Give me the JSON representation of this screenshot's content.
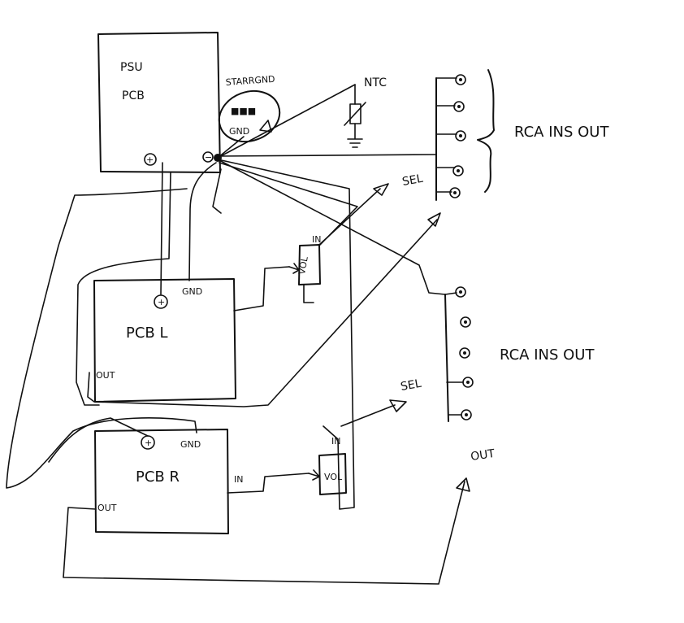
{
  "labels": {
    "psu_line1": "PSU",
    "psu_line2": "PCB",
    "star_gnd": "STARRGND",
    "gnd_small": "GND",
    "ntc": "NTC",
    "rca_top": "RCA INS OUT",
    "rca_bottom": "RCA INS OUT",
    "sel_top": "SEL",
    "sel_bottom": "SEL",
    "pcb_l": "PCB L",
    "pcb_r": "PCB R",
    "gnd_l": "GND",
    "gnd_r": "GND",
    "out_l": "OUT",
    "out_r": "OUT",
    "out_main": "OUT",
    "vol_top": "VOL",
    "vol_bottom": "VOL",
    "in_top": "IN",
    "in_vol_bottom": "IN",
    "in_pcb_r": "IN",
    "plus": "+",
    "minus": "−"
  }
}
